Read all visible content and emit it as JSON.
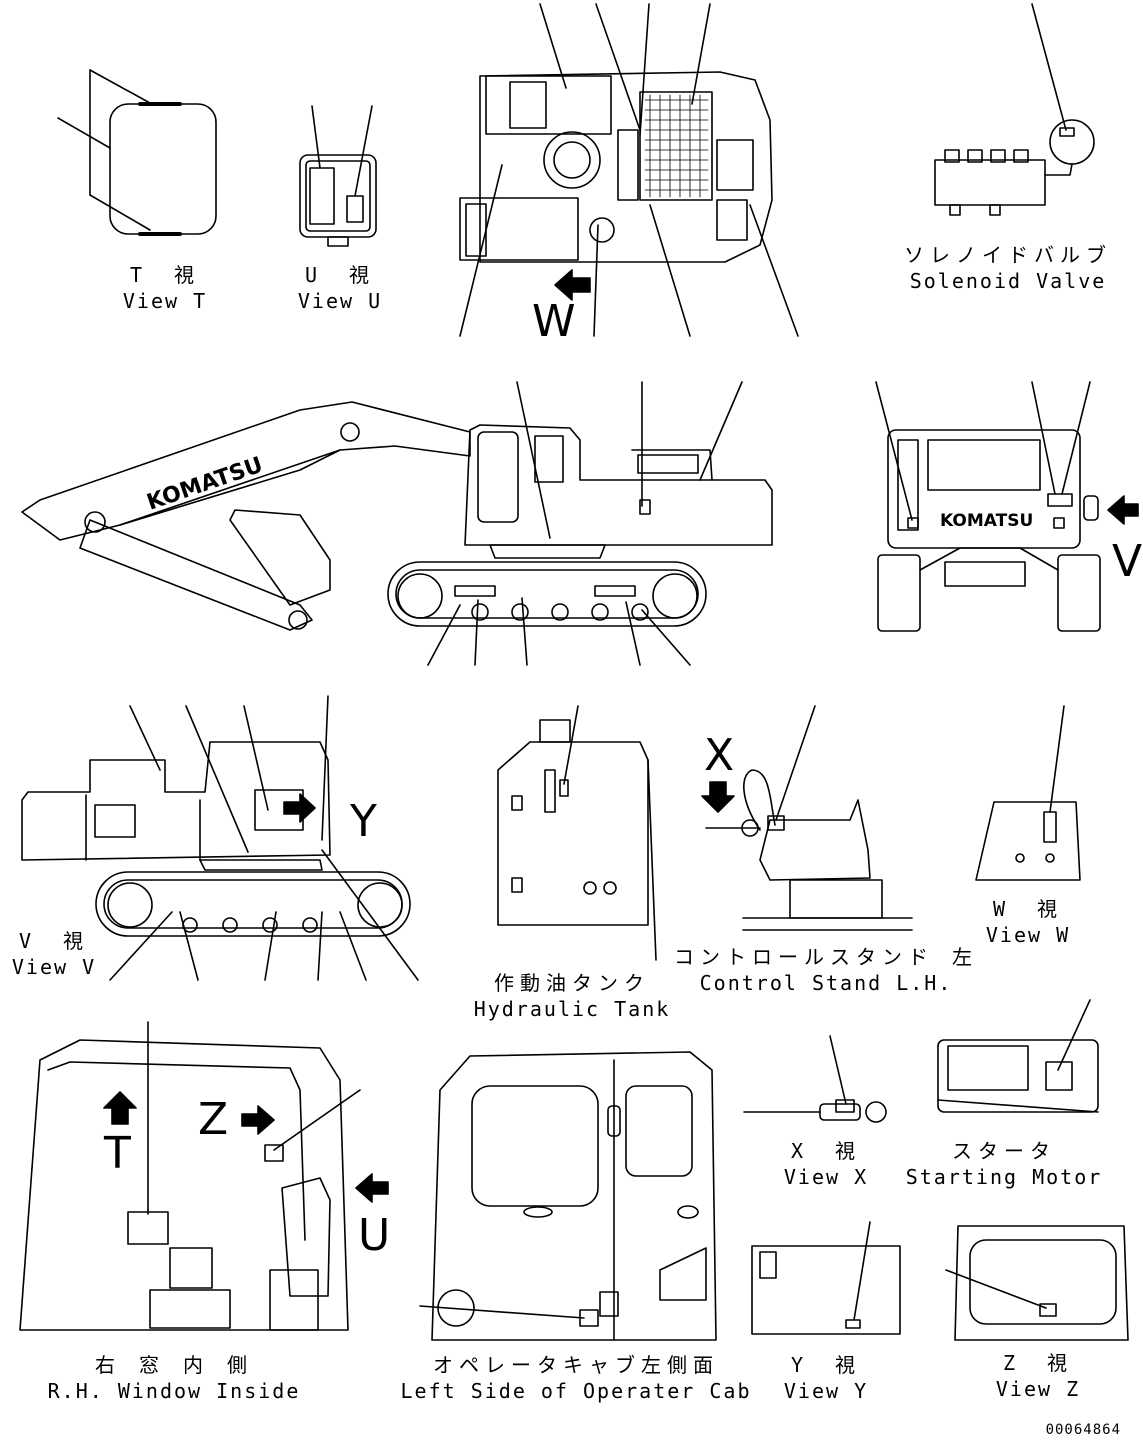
{
  "views": {
    "t": {
      "jp": "T　視",
      "en": "View T"
    },
    "u": {
      "jp": "U　視",
      "en": "View U"
    },
    "v": {
      "jp": "V　視",
      "en": "View V"
    },
    "w": {
      "jp": "W　視",
      "en": "View W"
    },
    "x": {
      "jp": "X　視",
      "en": "View X"
    },
    "y": {
      "jp": "Y　視",
      "en": "View Y"
    },
    "z": {
      "jp": "Z　視",
      "en": "View Z"
    }
  },
  "components": {
    "solenoid_valve": {
      "jp": "ソレノイドバルブ",
      "en": "Solenoid Valve"
    },
    "hydraulic_tank": {
      "jp": "作動油タンク",
      "en": "Hydraulic Tank"
    },
    "control_stand": {
      "jp": "コントロールスタンド 左",
      "en": "Control Stand L.H."
    },
    "starting_motor": {
      "jp": "スタータ",
      "en": "Starting Motor"
    },
    "rh_window": {
      "jp": "右 窓 内 側",
      "en": "R.H. Window Inside"
    },
    "operator_cab": {
      "jp": "オペレータキャブ左側面",
      "en": "Left Side of Operater Cab"
    }
  },
  "view_letters": {
    "w": "W",
    "v": "V",
    "y": "Y",
    "x": "X",
    "t": "T",
    "z": "Z",
    "u": "U"
  },
  "brand": "KOMATSU",
  "part_number": "00064864"
}
